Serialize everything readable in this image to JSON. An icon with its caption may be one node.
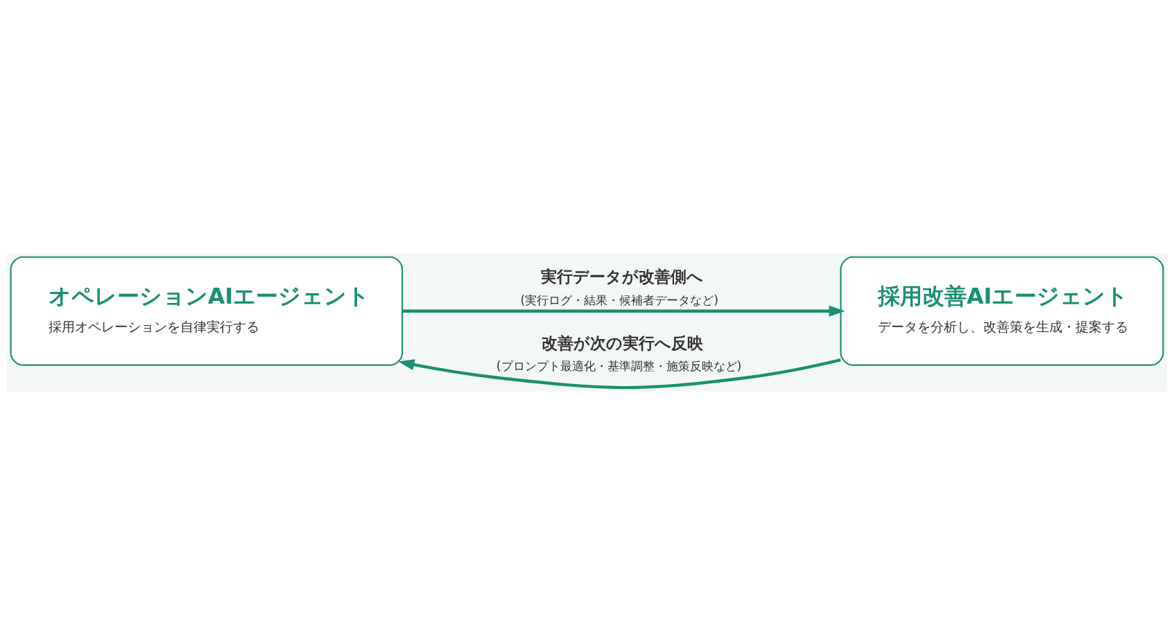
{
  "diagram": {
    "nodes": [
      {
        "text": [
          "オペレーションAIエージェント",
          "採用オペレーションを自律実行する"
        ]
      },
      {
        "text": [
          "採用改善AIエージェント",
          "データを分析し、改善策を生成・提案する"
        ]
      }
    ],
    "edges": [
      {
        "from": 0,
        "to": 1,
        "arrow": "to",
        "label": "実行データが改善側へ"
      },
      {
        "from": 1,
        "to": 0,
        "arrow": "to",
        "label": "改善が次の実行へ反映"
      }
    ],
    "labels": [
      "(実行ログ・結果・候補者データなど)",
      "(プロンプト最適化・基準調整・施策反映など)"
    ]
  }
}
